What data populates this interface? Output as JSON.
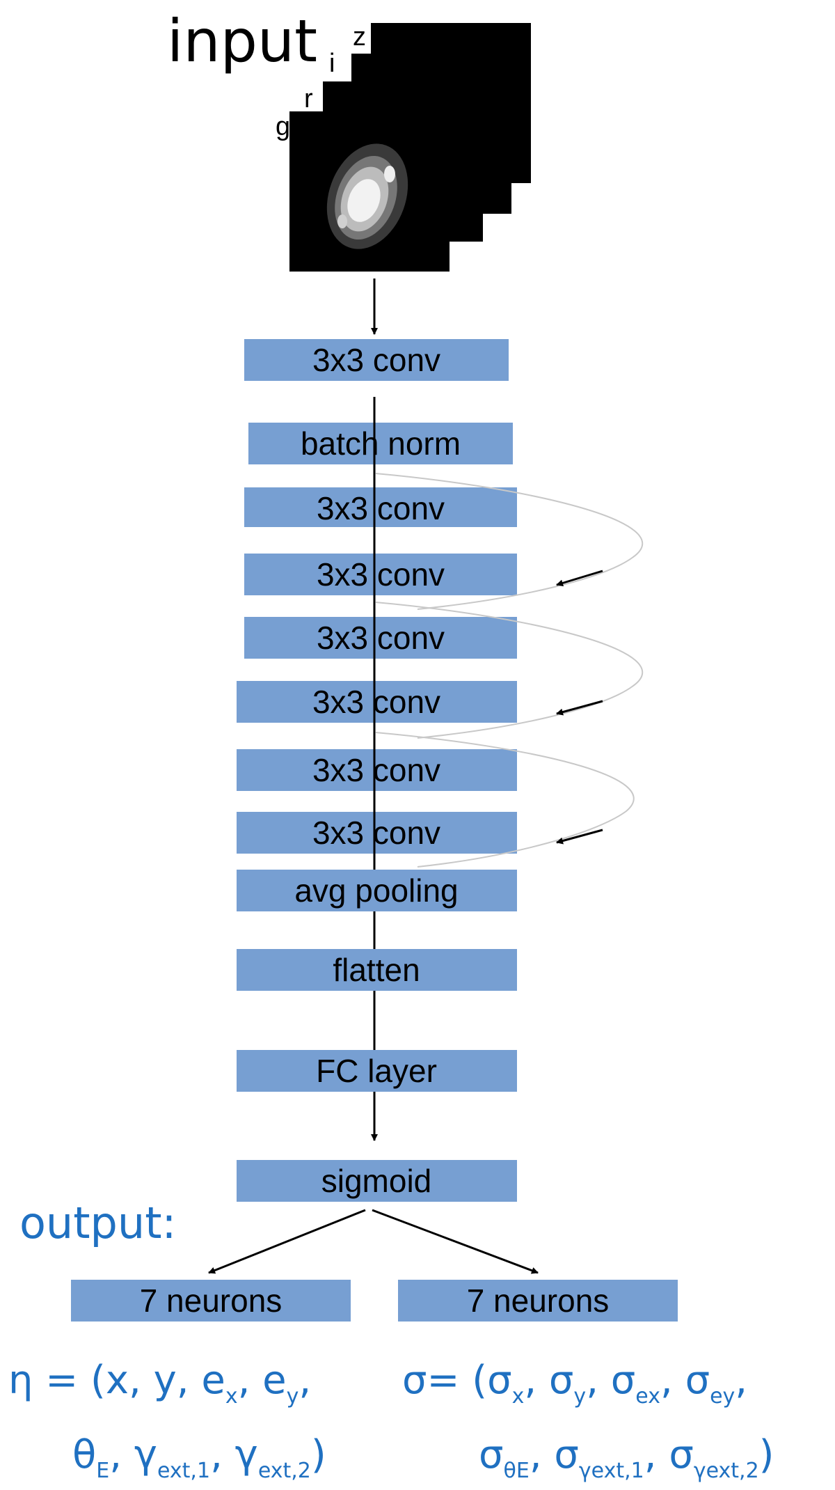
{
  "input": {
    "title": "input",
    "channels": [
      "g",
      "r",
      "i",
      "z"
    ]
  },
  "layers": [
    "3x3 conv",
    "batch norm",
    "3x3 conv",
    "3x3 conv",
    "3x3 conv",
    "3x3 conv",
    "3x3 conv",
    "3x3 conv",
    "avg pooling",
    "flatten",
    "FC layer",
    "sigmoid"
  ],
  "output": {
    "label": "output:",
    "heads": [
      {
        "label": "7 neurons",
        "formula_line1": {
          "lead": "η = (x, y, e",
          "s1": "x",
          "mid1": ", e",
          "s2": "y",
          "end": ","
        },
        "formula_line2": {
          "p1": "θ",
          "s1": "E",
          "p2": ", γ",
          "s2": "ext,1",
          "p3": ", γ",
          "s3": "ext,2",
          "end": ")"
        }
      },
      {
        "label": "7 neurons",
        "formula_line1": {
          "lead": "σ= (σ",
          "s1": "x",
          "mid1": ", σ",
          "s2": "y",
          "mid2": ", σ",
          "s3": "ex",
          "mid3": ", σ",
          "s4": "ey",
          "end": ","
        },
        "formula_line2": {
          "p1": "σ",
          "s1": "θE",
          "p2": ", σ",
          "s2": "γext,1",
          "p3": ", σ",
          "s3": "γext,2",
          "end": ")"
        }
      }
    ]
  },
  "colors": {
    "box_fill": "#779fd2",
    "text_blue": "#1f70c1",
    "arrow": "#000000",
    "skip_curve": "#c8c8c8"
  }
}
